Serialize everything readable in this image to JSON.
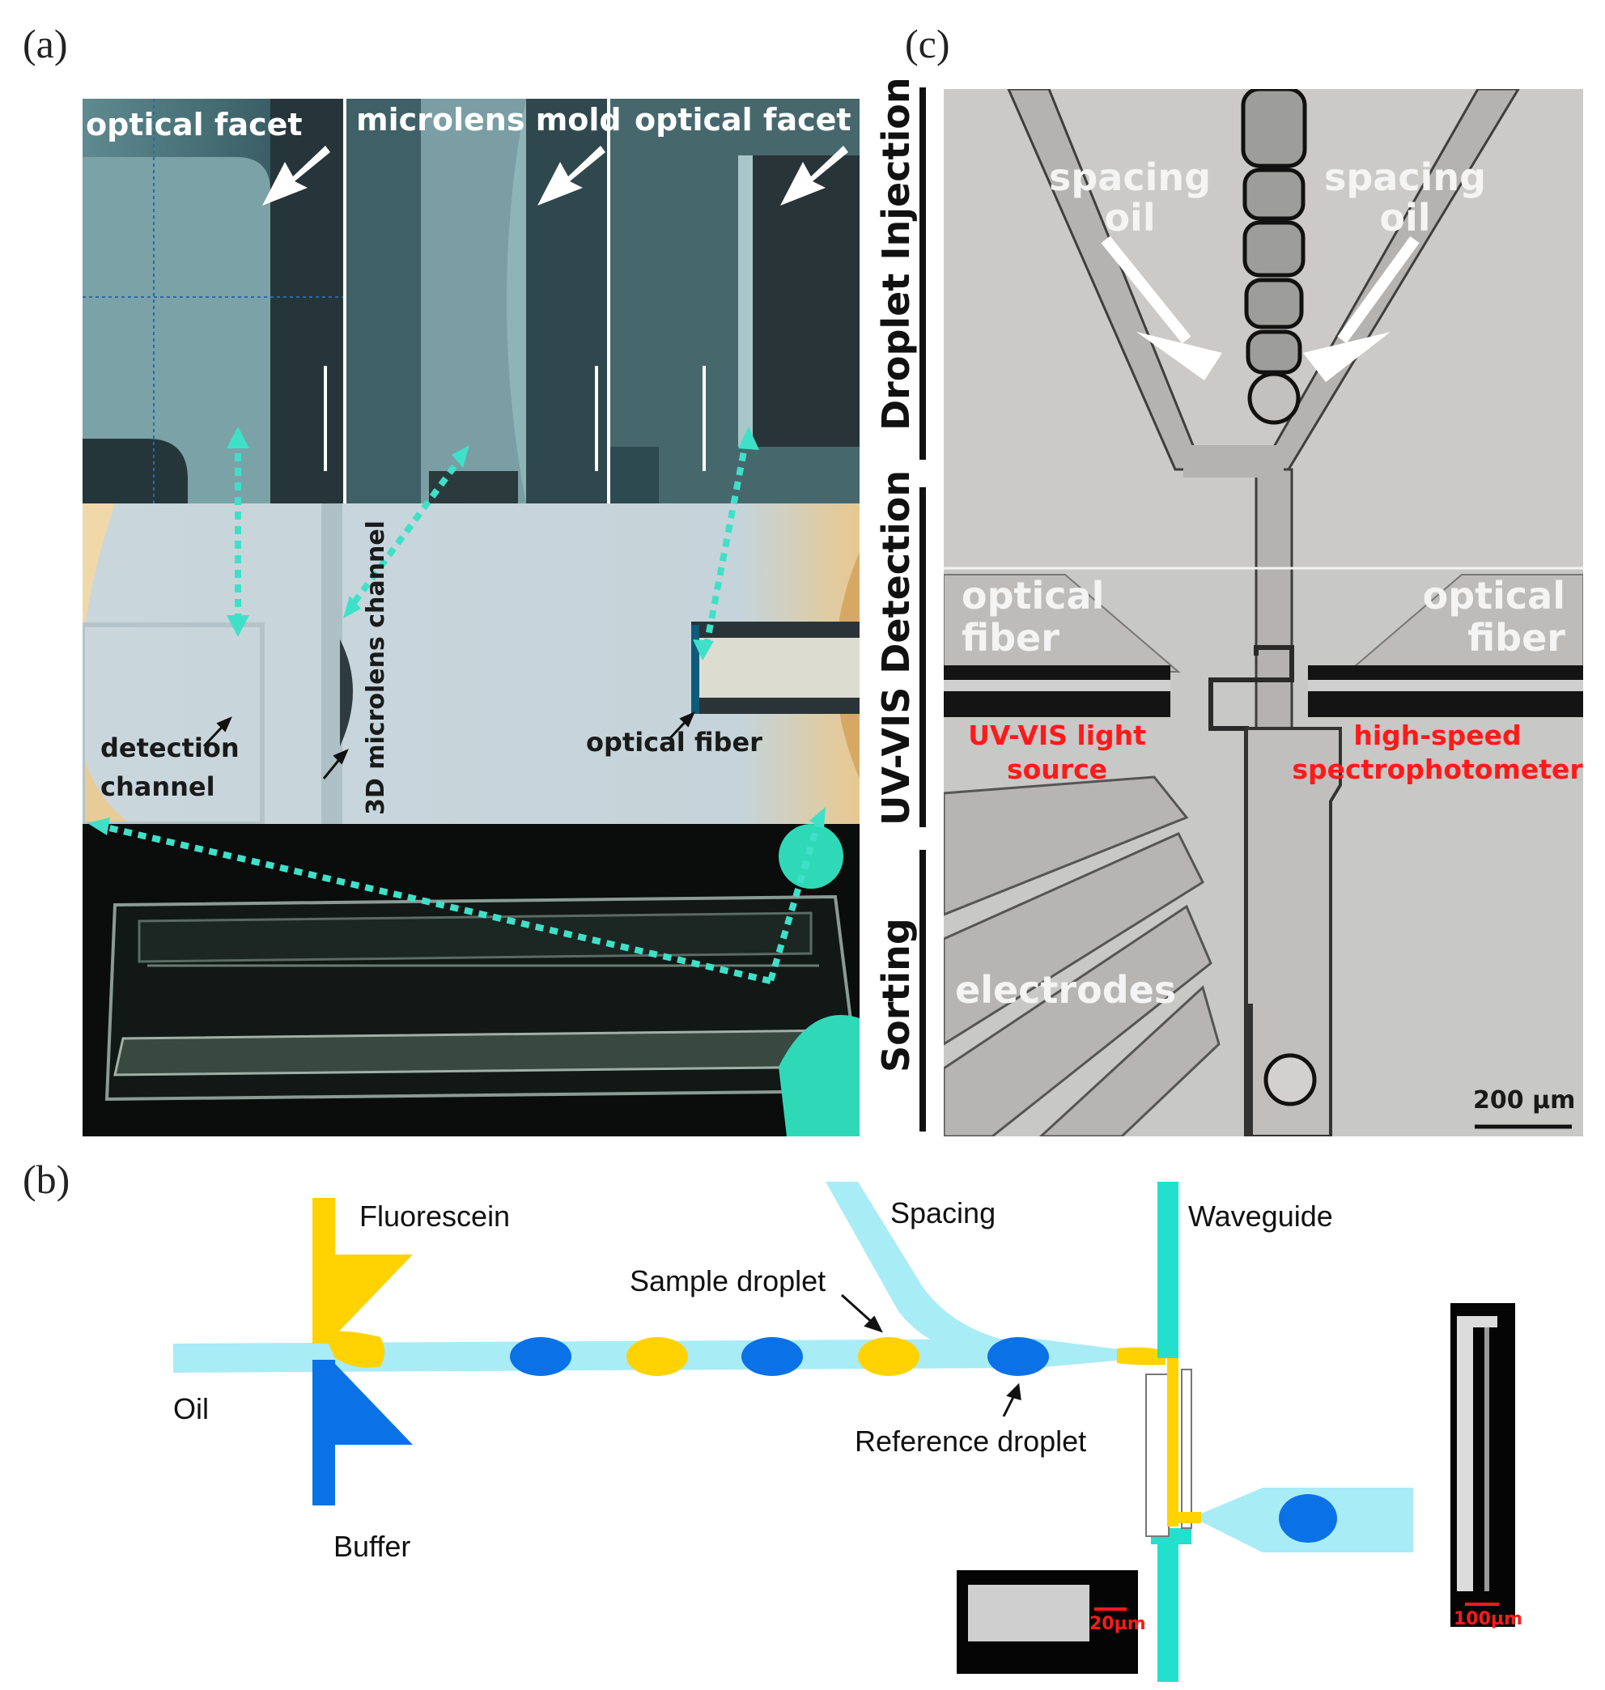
{
  "panels": {
    "a": "(a)",
    "b": "(b)",
    "c": "(c)"
  },
  "panel_a": {
    "sem_labels": [
      "optical facet",
      "microlens mold",
      "optical facet"
    ],
    "detection_channel": "detection channel",
    "microlens_channel": "3D microlens channel",
    "optical_fiber": "optical fiber"
  },
  "panel_c": {
    "sections": [
      "Droplet Injection",
      "UV-VIS Detection",
      "Sorting"
    ],
    "spacing_oil": "spacing oil",
    "optical_fiber": "optical fiber",
    "uv_vis_source": "UV-VIS light source",
    "spectrophotometer": "high-speed spectrophotometer",
    "electrodes": "electrodes",
    "scalebar": "200 µm"
  },
  "panel_b": {
    "fluorescein": "Fluorescein",
    "spacing": "Spacing",
    "waveguide": "Waveguide",
    "sample_droplet": "Sample droplet",
    "oil": "Oil",
    "reference_droplet": "Reference droplet",
    "buffer": "Buffer",
    "scale_20": "20µm",
    "scale_100": "100µm"
  },
  "colors": {
    "cyan_arrow": "#3fe0c8",
    "yellow": "#ffd200",
    "blue": "#0a72e6",
    "light_cyan": "#a8ecf6",
    "waveguide": "#22e0cc",
    "red_label": "#ff1a1a"
  }
}
